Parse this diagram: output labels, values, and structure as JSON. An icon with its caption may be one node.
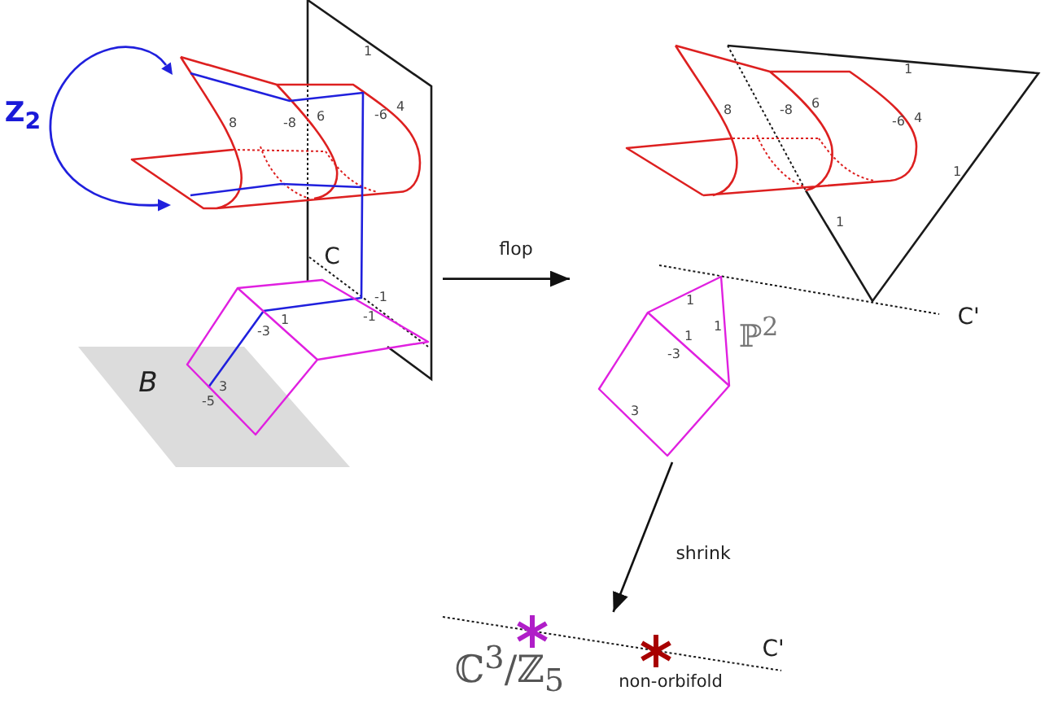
{
  "diagram": {
    "nodes": [
      {
        "text": [],
        "shape": "picture"
      },
      {
        "text": [
          "B"
        ],
        "in": 0
      },
      {
        "text": [],
        "shape": "picture"
      },
      {
        "text": [],
        "shape": "picture"
      }
    ],
    "edges": [
      {
        "from": 0,
        "to": 2,
        "arrow": "to",
        "label": "flop"
      },
      {
        "from": 2,
        "to": 3,
        "arrow": "to",
        "label": "shrink"
      }
    ],
    "labels": [
      "Z$_{2}$",
      "1",
      "8",
      "-8",
      "6",
      "-6",
      "4",
      "C",
      "1",
      "-3",
      "-1",
      "-1",
      "3",
      "-5",
      "1",
      "8",
      "-8",
      "6",
      "-6",
      "4",
      "1",
      "1",
      "C'",
      "1",
      "1",
      "ℙ$^{2}$",
      "1",
      "-3",
      "3",
      "ℂ$^{3}$/ℤ$_{5}$",
      "C'",
      "non-orbifold"
    ]
  }
}
